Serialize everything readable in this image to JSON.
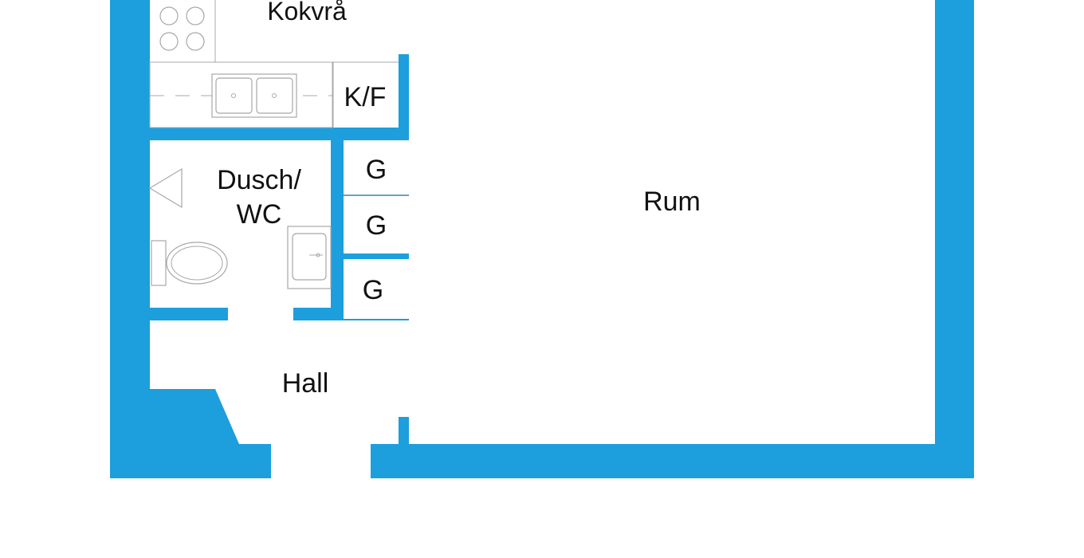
{
  "colors": {
    "wall": "#1c9fdc",
    "floor": "#ffffff",
    "fixture_line": "#a8a8a8",
    "label": "#111111"
  },
  "rooms": {
    "kokvra": "Kokvrå",
    "kf": "K/F",
    "dusch_line1": "Dusch/",
    "dusch_line2": "WC",
    "g1": "G",
    "g2": "G",
    "g3": "G",
    "rum": "Rum",
    "hall": "Hall"
  },
  "icons": [
    "stove-icon",
    "double-sink-icon",
    "toilet-icon",
    "washbasin-icon",
    "shower-triangle-icon"
  ]
}
